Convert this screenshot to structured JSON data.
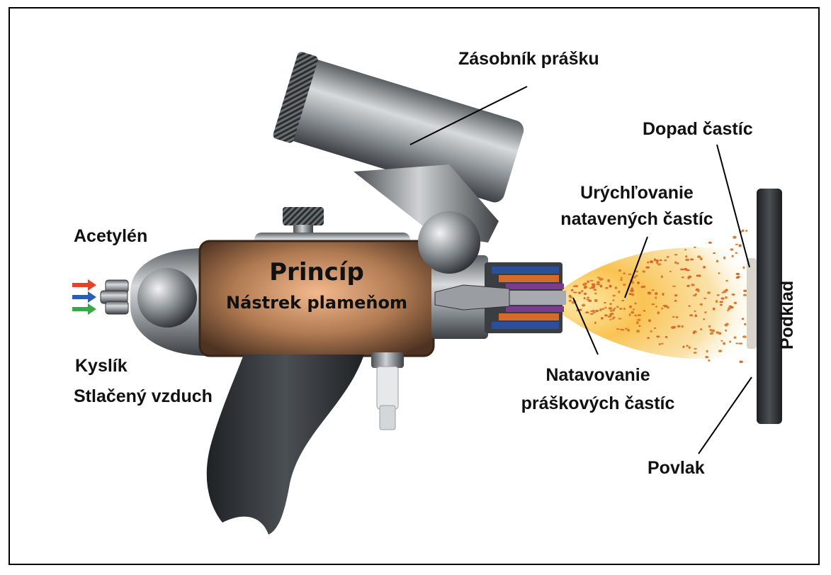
{
  "labels": {
    "hopper": "Zásobník prášku",
    "impact": "Dopad častíc",
    "acceleration_line1": "Urýchľovanie",
    "acceleration_line2": "natavených častíc",
    "acetylene": "Acetylén",
    "oxygen": "Kyslík",
    "compressed_air": "Stlačený vzduch",
    "melting_line1": "Natavovanie",
    "melting_line2": "práškových častíc",
    "coating": "Povlak",
    "substrate": "Podklad"
  },
  "body_title": {
    "main": "Princíp",
    "sub": "Nástrek plameňom"
  },
  "colors": {
    "arrow_acetylene": "#e0452b",
    "arrow_oxygen": "#2b5fb5",
    "arrow_air": "#3aa84a",
    "flame": "#f7b733",
    "body": "#8a5a3a",
    "substrate": "#2c2f33"
  }
}
